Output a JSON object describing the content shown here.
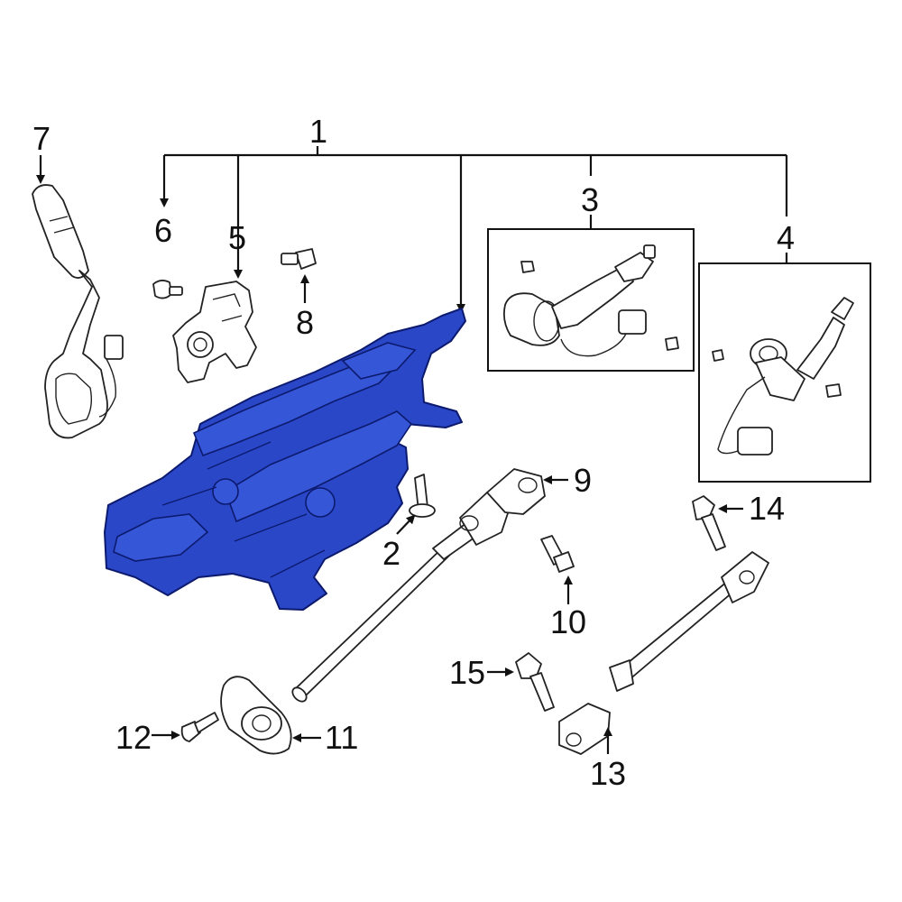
{
  "callouts": {
    "n1": "1",
    "n2": "2",
    "n3": "3",
    "n4": "4",
    "n5": "5",
    "n6": "6",
    "n7": "7",
    "n8": "8",
    "n9": "9",
    "n10": "10",
    "n11": "11",
    "n12": "12",
    "n13": "13",
    "n14": "14",
    "n15": "15"
  },
  "colors": {
    "highlight": "#2a47c8",
    "line": "#111111",
    "background": "#ffffff"
  }
}
